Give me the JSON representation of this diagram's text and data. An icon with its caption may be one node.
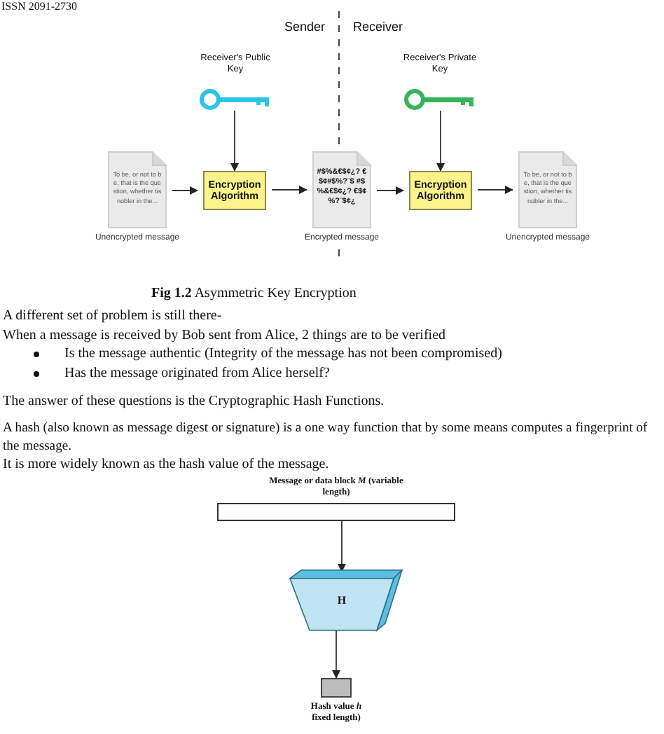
{
  "diagram": {
    "caption": "**Fig 1.2** Asymmetric Key Encryption",
    "nodes": [
      {
        "text": [
          "Receiver's Public Key"
        ]
      },
      {
        "text": [
          "To be, or not to be, that is the question, whether tis nobler in the..."
        ],
        "beside": [
          "Unencrypted message"
        ]
      },
      {
        "text": [
          "Encryption Algorithm"
        ]
      },
      {
        "text": [
          "#$%&€$¢¿? €$¢#$%?¨$ #$%&€$¢¿? €$¢%?¨$¢¿"
        ],
        "beside": [
          "Encrypted message"
        ]
      },
      {
        "text": [
          "Receiver's Private Key"
        ]
      },
      {
        "text": [
          "Encryption Algorithm"
        ]
      },
      {
        "text": [
          "To be, or not to be, that is the question, whether tis nobler in the..."
        ],
        "beside": [
          "Unencrypted message"
        ]
      },
      {
        "text": [
          "Message or data block *M* (variable length)"
        ]
      },
      {
        "text": [
          "H"
        ]
      },
      {
        "text": [
          "Hash value *h* fixed length)"
        ]
      }
    ],
    "edges": [
      {
        "from": 0,
        "to": 2,
        "arrow": "to"
      },
      {
        "from": 1,
        "to": 2,
        "arrow": "to"
      },
      {
        "from": 2,
        "to": 3,
        "arrow": "to"
      },
      {
        "from": 4,
        "to": 5,
        "arrow": "to"
      },
      {
        "from": 3,
        "to": 5,
        "arrow": "to"
      },
      {
        "from": 5,
        "to": 6,
        "arrow": "to"
      },
      {
        "from": 7,
        "to": 8,
        "arrow": "to"
      },
      {
        "from": 8,
        "to": 9,
        "arrow": "to"
      }
    ],
    "labels": [
      "ISSN 2091-2730",
      "Sender",
      "Receiver",
      "A different set of problem is still there-",
      "When a message is received by Bob sent from Alice, 2 things are to be verified",
      "Is the message authentic (Integrity of the message has not been compromised)",
      "Has the message originated from Alice herself?",
      "The answer of these questions is the Cryptographic Hash Functions.",
      "A hash (also known as message digest or signature) is a one way function that by some means computes a fingerprint of the message.",
      "It is more widely known as the hash value of the message."
    ]
  }
}
